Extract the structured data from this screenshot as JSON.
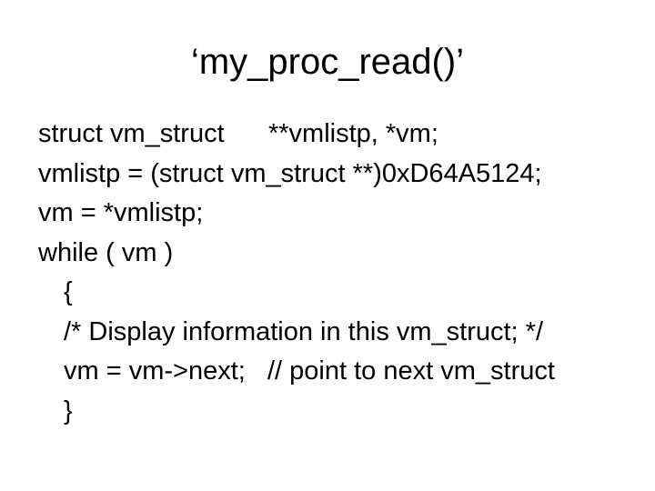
{
  "slide": {
    "title": "‘my_proc_read()’",
    "lines": [
      "struct vm_struct      **vmlistp, *vm;",
      "vmlistp = (struct vm_struct **)0xD64A5124;",
      "vm = *vmlistp;",
      "while ( vm )",
      "{",
      "/* Display information in this vm_struct; */",
      "vm = vm->next;   // point to next vm_struct",
      "}"
    ]
  }
}
